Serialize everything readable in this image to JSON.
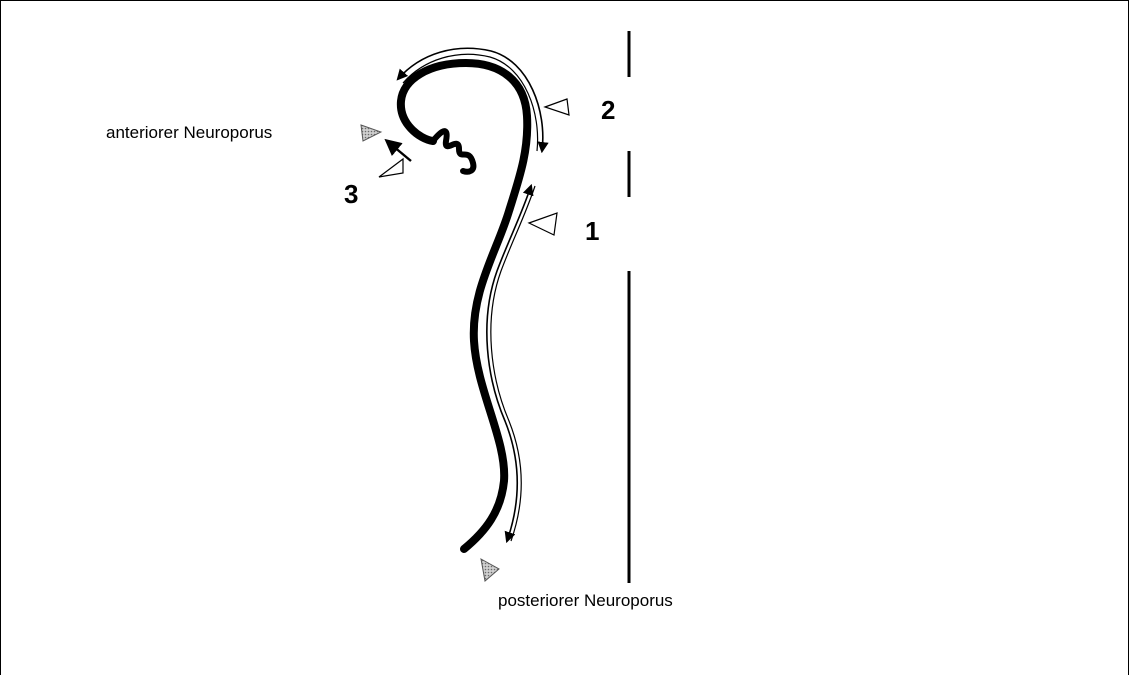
{
  "labels": {
    "anterior": "anteriorer Neuroporus",
    "posterior": "posteriorer Neuroporus",
    "zone1": "1",
    "zone2": "2",
    "zone3": "3"
  },
  "colors": {
    "line": "#000000",
    "marker_filled": "#888888",
    "marker_open": "#ffffff"
  }
}
